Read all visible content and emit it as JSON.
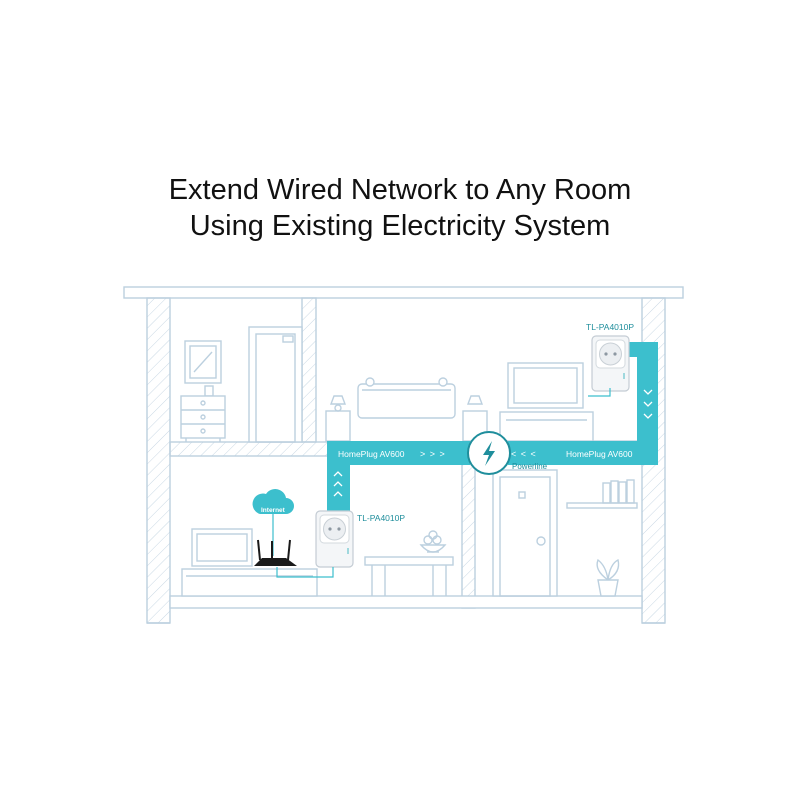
{
  "title": {
    "line1": "Extend Wired Network to Any Room",
    "line2": "Using Existing Electricity System"
  },
  "labels": {
    "adapter_top": "TL-PA4010P",
    "adapter_bottom": "TL-PA4010P",
    "link_left": "HomePlug AV600",
    "link_right": "HomePlug AV600",
    "arrows_right": "> > >",
    "arrows_left": "< < <",
    "powerline": "Powerline",
    "internet": "Internet"
  },
  "colors": {
    "outline": "#bcd0df",
    "accent": "#3cbfcd",
    "accent_dark": "#1f8e9c",
    "label_text": "#ffffff",
    "device_text": "#1f8e9c",
    "router": "#1a1a1a"
  },
  "icons": {
    "powerline": "lightning-bolt-icon",
    "internet": "cloud-icon"
  }
}
